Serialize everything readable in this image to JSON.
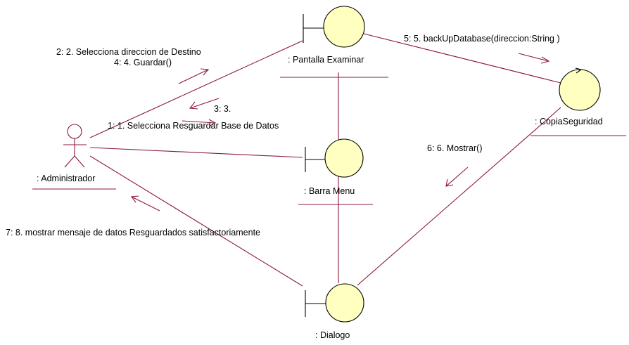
{
  "objects": {
    "administrador": ": Administrador",
    "pantalla_examinar": ": Pantalla Examinar",
    "barra_menu": ": Barra Menu",
    "dialogo": ": Dialogo",
    "copia_seguridad": ": CopiaSeguridad"
  },
  "messages": {
    "m1": "1: 1. Selecciona Resguardar Base de Datos",
    "m2": "2: 2. Selecciona direccion de Destino",
    "m3": "3: 3.",
    "m4": "4: 4. Guardar()",
    "m5": "5: 5. backUpDatabase(direccion:String )",
    "m6": "6: 6. Mostrar()",
    "m7": "7: 8. mostrar mensaje de datos Resguardados satisfactoriamente"
  },
  "colors": {
    "link": "#8b1a3a",
    "object_fill": "#ffffc0"
  }
}
